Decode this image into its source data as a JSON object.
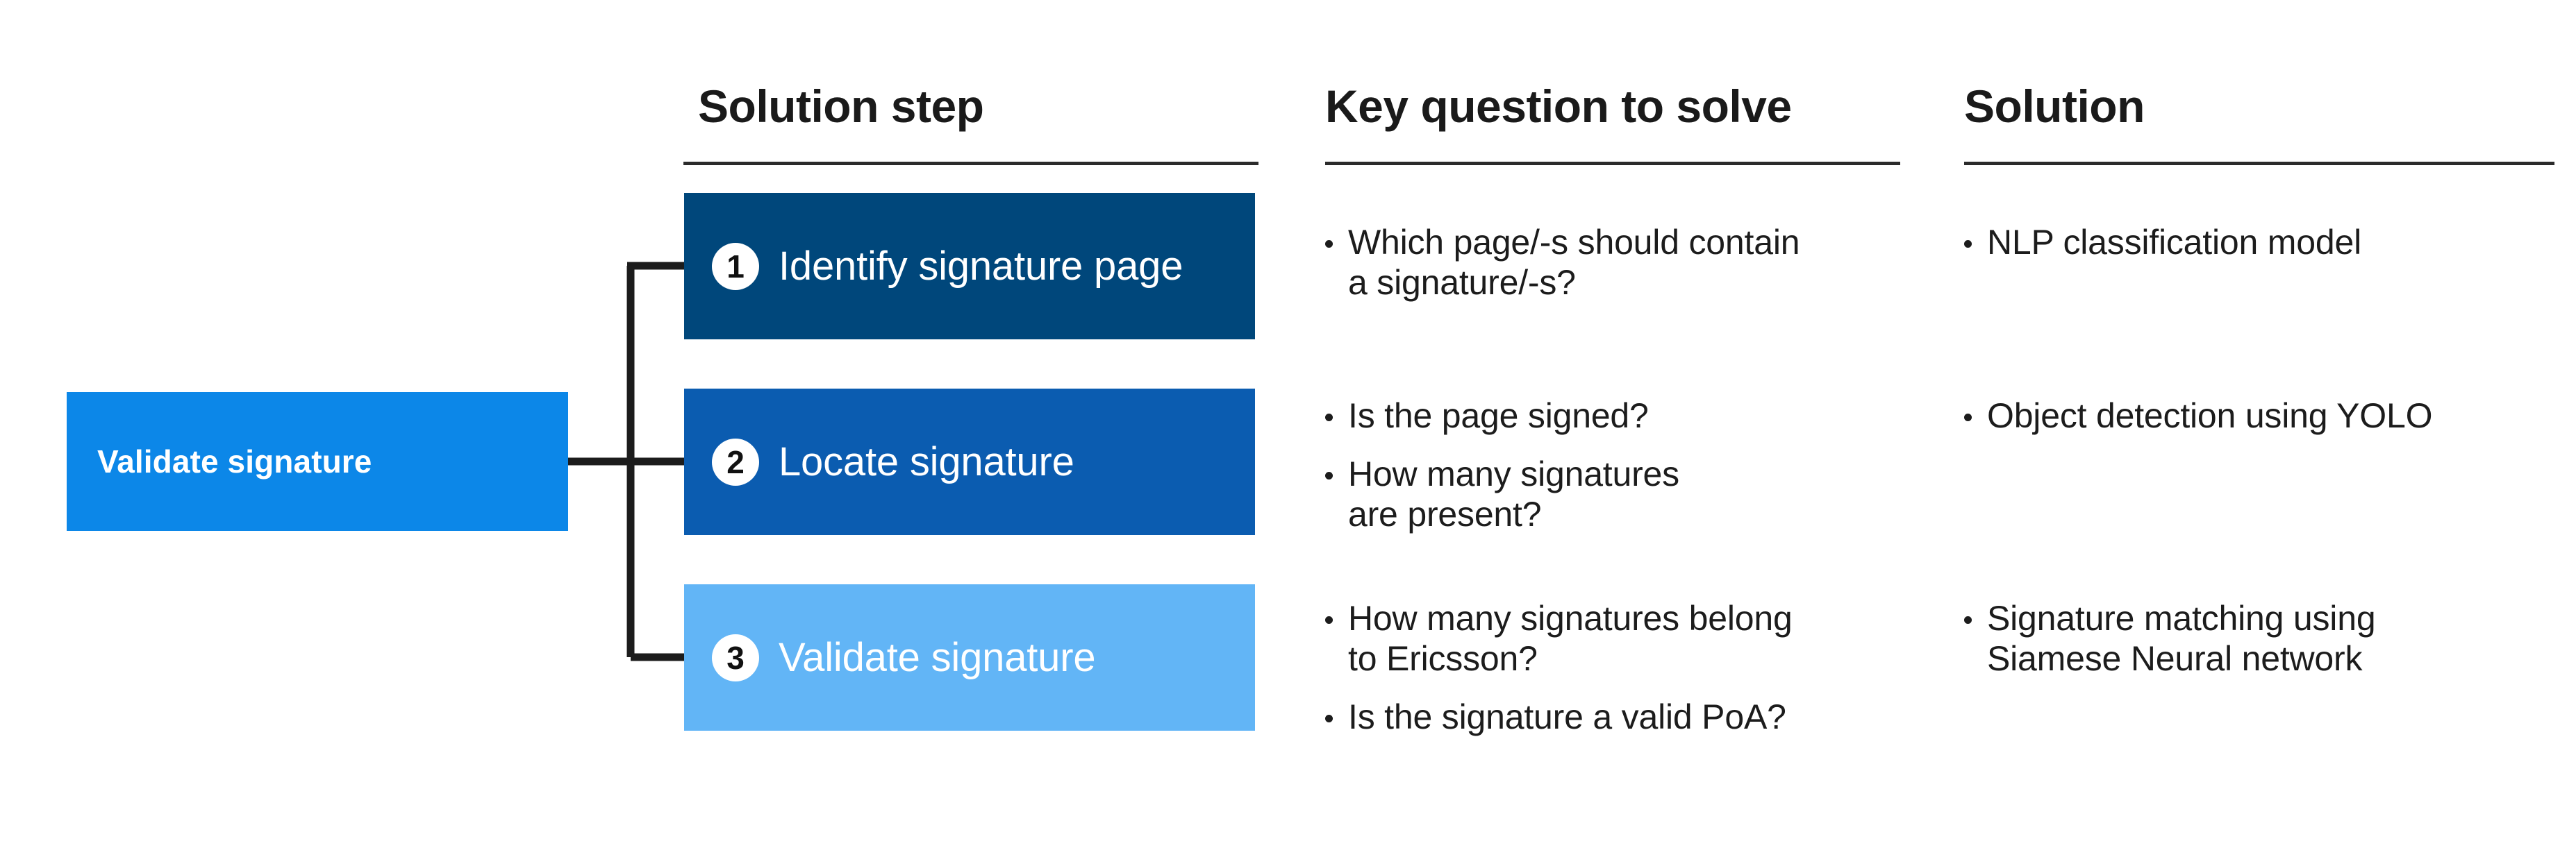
{
  "columns": {
    "solution_step": "Solution step",
    "key_question": "Key question to solve",
    "solution": "Solution"
  },
  "source": {
    "label": "Validate signature",
    "color": "#0c87e8"
  },
  "steps": [
    {
      "number": "1",
      "label": "Identify signature page",
      "color": "#00477b",
      "questions": [
        "Which page/-s should contain\na signature/-s?"
      ],
      "solutions": [
        "NLP classification model"
      ]
    },
    {
      "number": "2",
      "label": "Locate signature",
      "color": "#0b5cb0",
      "questions": [
        "Is the page signed?",
        "How many signatures\nare present?"
      ],
      "solutions": [
        "Object detection using YOLO"
      ]
    },
    {
      "number": "3",
      "label": "Validate signature",
      "color": "#62b5f6",
      "questions": [
        "How many signatures belong\nto Ericsson?",
        "Is the signature a valid PoA?"
      ],
      "solutions": [
        "Signature matching using\nSiamese Neural network"
      ]
    }
  ],
  "connector": {
    "color": "#1c1c1c"
  }
}
